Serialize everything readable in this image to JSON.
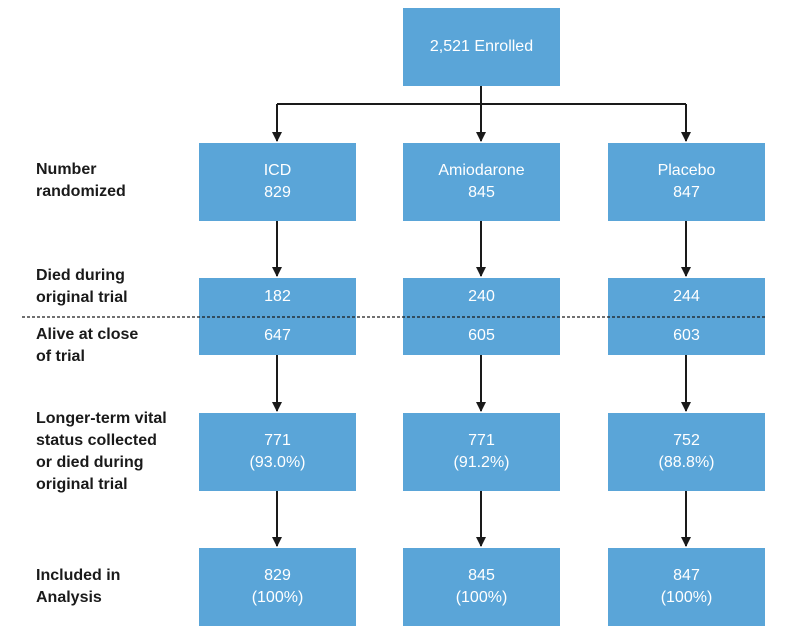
{
  "enrolled": "2,521 Enrolled",
  "row_labels": {
    "randomized": "Number\nrandomized",
    "died": "Died during\noriginal trial",
    "alive": "Alive at close\nof trial",
    "vital": "Longer-term vital\nstatus collected\nor died during\noriginal trial",
    "included": "Included in\nAnalysis"
  },
  "arms": [
    {
      "name": "ICD",
      "randomized": "829",
      "died": "182",
      "alive": "647",
      "vital_n": "771",
      "vital_pct": "(93.0%)",
      "included_n": "829",
      "included_pct": "(100%)"
    },
    {
      "name": "Amiodarone",
      "randomized": "845",
      "died": "240",
      "alive": "605",
      "vital_n": "771",
      "vital_pct": "(91.2%)",
      "included_n": "845",
      "included_pct": "(100%)"
    },
    {
      "name": "Placebo",
      "randomized": "847",
      "died": "244",
      "alive": "603",
      "vital_n": "752",
      "vital_pct": "(88.8%)",
      "included_n": "847",
      "included_pct": "(100%)"
    }
  ],
  "colors": {
    "box": "#5aa5d8",
    "box_text": "#ffffff",
    "connector": "#1a1a1a",
    "label": "#1a1a1a"
  }
}
